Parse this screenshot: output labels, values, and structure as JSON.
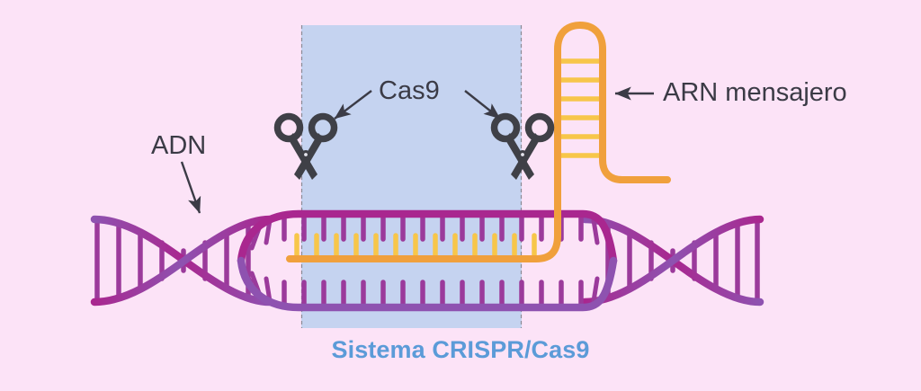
{
  "figure": {
    "title": "Sistema CRISPR/Cas9",
    "background_color": "#fce3f7",
    "highlight_box_color": "#c5d3f0",
    "dna_color": "#a0308c",
    "dna_color_secondary": "#8b4ba8",
    "rna_color": "#f0a03c",
    "rna_rung_color": "#f7c64a",
    "caption_color": "#5b9bd8",
    "label_color": "#3b3b46",
    "scissors_color": "#3f4047"
  },
  "labels": {
    "dna": "ADN",
    "cas9": "Cas9",
    "mrna": "ARN mensajero"
  },
  "annotations": {
    "dna_arrow": "arrow-down-right",
    "cas9_arrow_left": "arrow-down-left",
    "cas9_arrow_right": "arrow-down-right",
    "mrna_arrow": "arrow-left"
  },
  "icons": {
    "scissors_left": "scissors-icon",
    "scissors_right": "scissors-icon"
  },
  "structures": {
    "dna_helix_left": "dna-double-helix",
    "dna_helix_right": "dna-double-helix",
    "dna_bubble": "dna-unwound-bubble",
    "mrna_hairpin": "rna-hairpin-loop",
    "mrna_strand": "rna-guide-strand"
  }
}
